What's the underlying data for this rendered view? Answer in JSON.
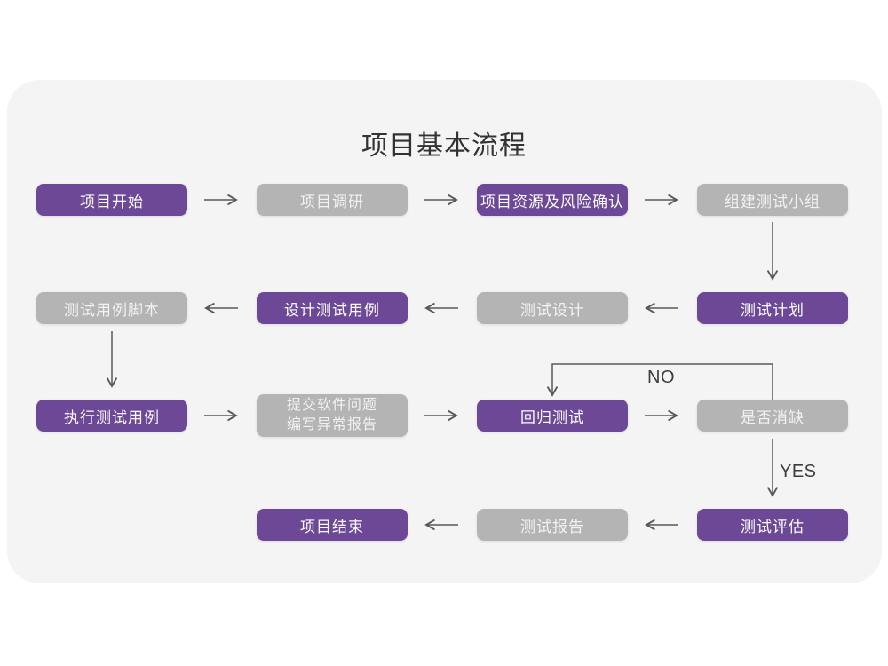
{
  "title": "项目基本流程",
  "colors": {
    "purple": "#6C4896",
    "gray": "#B5B4B4",
    "card_bg": "#F5F4F5",
    "page_bg": "#FFFFFF",
    "arrow": "#58585A",
    "title_text": "#333333",
    "box_text": "#FBFBFB",
    "label_text": "#3D3D3D"
  },
  "labels": {
    "no": "NO",
    "yes": "YES"
  },
  "nodes": [
    {
      "id": "project-start",
      "label": "项目开始",
      "variant": "purple"
    },
    {
      "id": "project-research",
      "label": "项目调研",
      "variant": "gray"
    },
    {
      "id": "resource-risk-confirm",
      "label": "项目资源及风险确认",
      "variant": "purple"
    },
    {
      "id": "build-test-team",
      "label": "组建测试小组",
      "variant": "gray"
    },
    {
      "id": "test-plan",
      "label": "测试计划",
      "variant": "purple"
    },
    {
      "id": "test-design",
      "label": "测试设计",
      "variant": "gray"
    },
    {
      "id": "design-test-cases",
      "label": "设计测试用例",
      "variant": "purple"
    },
    {
      "id": "test-case-script",
      "label": "测试用例脚本",
      "variant": "gray"
    },
    {
      "id": "execute-test-cases",
      "label": "执行测试用例",
      "variant": "purple"
    },
    {
      "id": "submit-defect-report",
      "label_line1": "提交软件问题",
      "label_line2": "编写异常报告",
      "variant": "gray"
    },
    {
      "id": "regression-test",
      "label": "回归测试",
      "variant": "purple"
    },
    {
      "id": "defect-cleared",
      "label": "是否消缺",
      "variant": "gray"
    },
    {
      "id": "test-evaluation",
      "label": "测试评估",
      "variant": "purple"
    },
    {
      "id": "test-report",
      "label": "测试报告",
      "variant": "gray"
    },
    {
      "id": "project-end",
      "label": "项目结束",
      "variant": "purple"
    }
  ]
}
